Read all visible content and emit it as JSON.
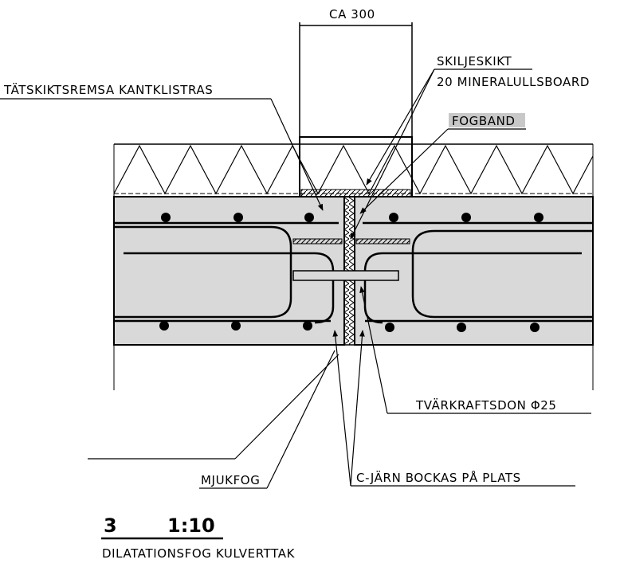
{
  "dimension": "CA 300",
  "labels": {
    "skiljeskikt_1": "SKILJESKIKT",
    "skiljeskikt_2": "20 MINERALULLSBOARD",
    "tatskikt": "TÄTSKIKTSREMSA KANTKLISTRAS",
    "fogband": "FOGBAND",
    "tvarkraft": "TVÄRKRAFTSDON Φ25",
    "mjukfog": "MJUKFOG",
    "cjarn": "C-JÄRN BOCKAS PÅ PLATS"
  },
  "title": {
    "number": "3",
    "scale": "1:10",
    "name": "DILATATIONSFOG KULVERTTAK"
  },
  "colors": {
    "concrete": "#d9d9d9",
    "line": "#000000",
    "fogband_bg": "#c8c8c8"
  }
}
